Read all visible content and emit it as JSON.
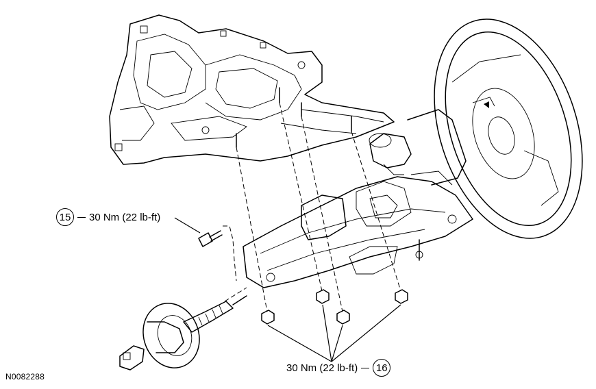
{
  "callouts": [
    {
      "number": "15",
      "torque": "30 Nm (22 lb-ft)"
    },
    {
      "number": "16",
      "torque": "30 Nm (22 lb-ft)"
    }
  ],
  "figure_id": "N0082288"
}
